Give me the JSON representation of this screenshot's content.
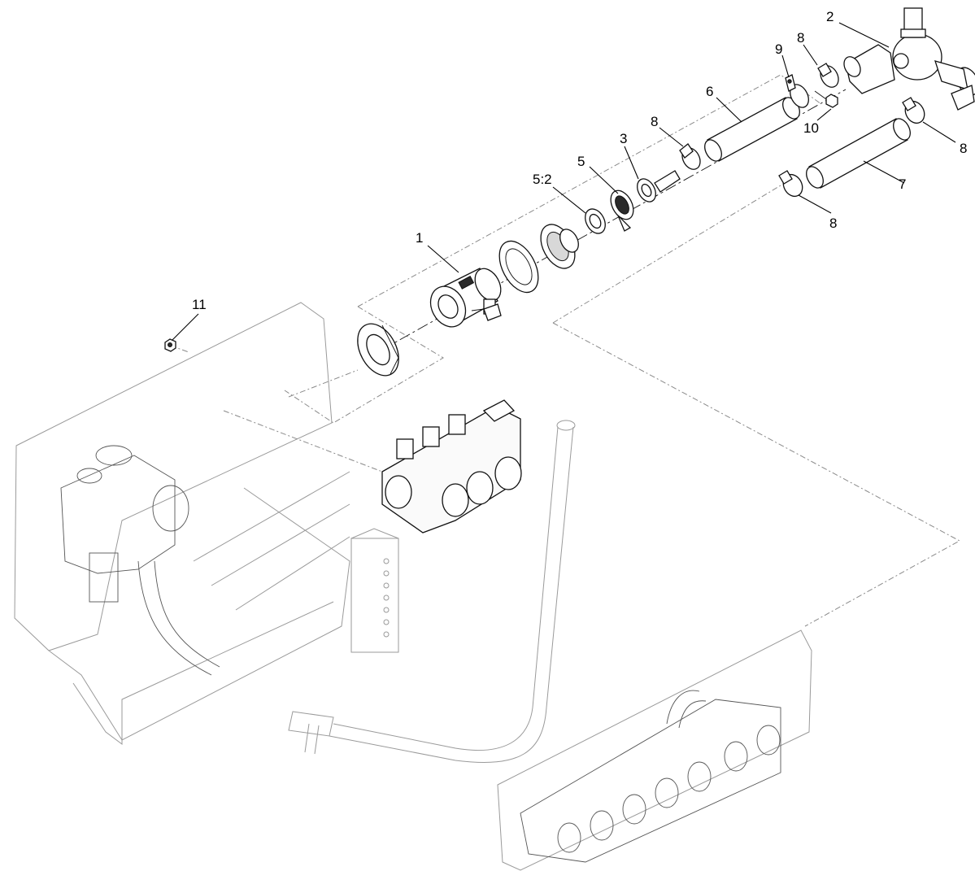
{
  "diagram": {
    "callouts": [
      {
        "id": "c1",
        "label": "1"
      },
      {
        "id": "c2",
        "label": "2"
      },
      {
        "id": "c3",
        "label": "3"
      },
      {
        "id": "c5",
        "label": "5"
      },
      {
        "id": "c52",
        "label": "5:2"
      },
      {
        "id": "c6",
        "label": "6"
      },
      {
        "id": "c7",
        "label": "7"
      },
      {
        "id": "c8a",
        "label": "8"
      },
      {
        "id": "c8b",
        "label": "8"
      },
      {
        "id": "c8c",
        "label": "8"
      },
      {
        "id": "c8d",
        "label": "8"
      },
      {
        "id": "c9",
        "label": "9"
      },
      {
        "id": "c10",
        "label": "10"
      },
      {
        "id": "c11",
        "label": "11"
      }
    ]
  }
}
